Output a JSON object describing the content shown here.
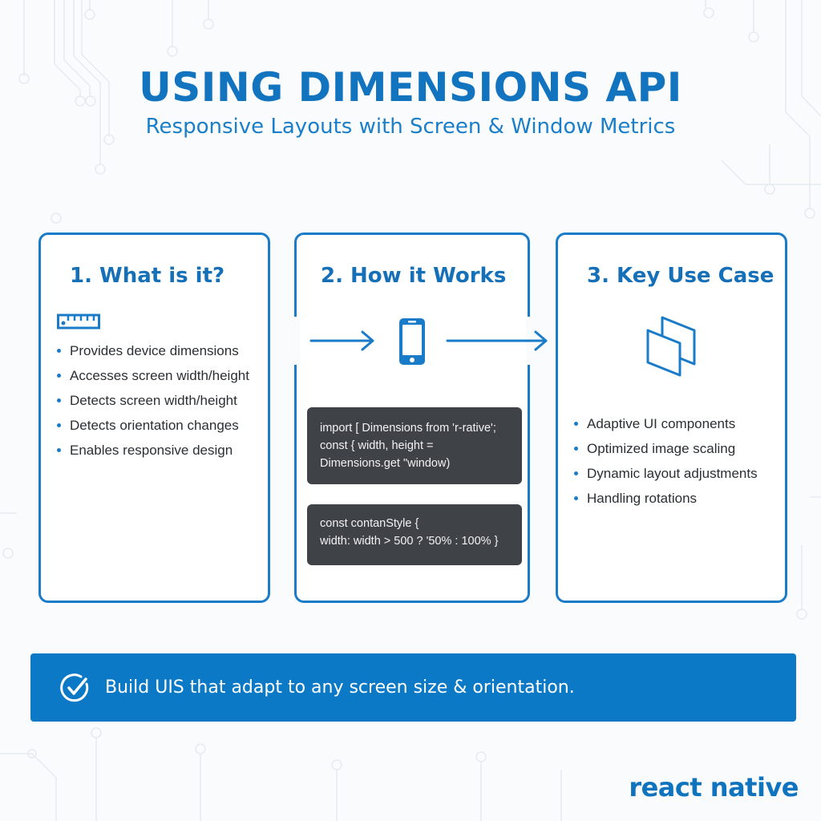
{
  "header": {
    "title": "USING DIMENSIONS API",
    "subtitle": "Responsive Layouts with Screen & Window Metrics"
  },
  "cards": [
    {
      "title": "1. What is it?",
      "icon": "ruler-icon",
      "bullets": [
        "Provides device dimensions",
        "Accesses screen width/height",
        "Detects screen width/height",
        "Detects orientation changes",
        "Enables responsive design"
      ]
    },
    {
      "title": "2. How it Works",
      "icon": "smartphone-icon",
      "code_blocks": [
        [
          "import [ Dimensions from 'r-rative';",
          "const { width, height =",
          "Dimensions.get \"window)"
        ],
        [
          "const contanStyle {",
          "width: width > 500 ? '50% : 100% }"
        ]
      ]
    },
    {
      "title": "3. Key Use Case",
      "icon": "layers-icon",
      "bullets": [
        "Adaptive UI components",
        "Optimized image scaling",
        "Dynamic layout adjustments",
        "Handling rotations"
      ]
    }
  ],
  "banner": {
    "icon": "check-circle-icon",
    "text": "Build UIS that adapt to any screen size & orientation."
  },
  "brand": {
    "logo_text": "react native"
  },
  "colors": {
    "primary": "#1273bf",
    "card_border": "#1a7cc8",
    "banner_bg": "#0c79c6",
    "code_bg": "#3f4347",
    "page_bg": "#f9fbfd"
  }
}
